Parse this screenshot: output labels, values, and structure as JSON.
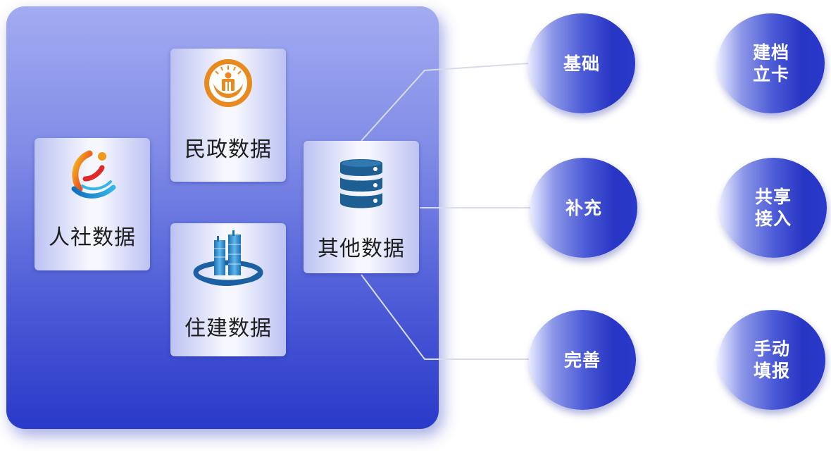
{
  "sources": {
    "renshe": {
      "label": "人社数据",
      "icon": "renshe-logo-icon"
    },
    "minzheng": {
      "label": "民政数据",
      "icon": "minzheng-emblem-icon"
    },
    "zhujian": {
      "label": "住建数据",
      "icon": "zhujian-buildings-icon"
    },
    "qita": {
      "label": "其他数据",
      "icon": "database-icon"
    }
  },
  "targets": {
    "jichu": "基础",
    "buchong": "补充",
    "wanshan": "完善",
    "jiandang": {
      "line1": "建档",
      "line2": "立卡"
    },
    "gongxiang": {
      "line1": "共享",
      "line2": "接入"
    },
    "shoudong": {
      "line1": "手动",
      "line2": "填报"
    }
  },
  "colors": {
    "panel_top": "#a3abf1",
    "panel_bottom": "#2a3ac9",
    "bubble_dark": "#2836c4",
    "minzheng_orange": "#e98a1e",
    "database_blue": "#1e5f93",
    "connector_line": "#d8dbe8"
  }
}
